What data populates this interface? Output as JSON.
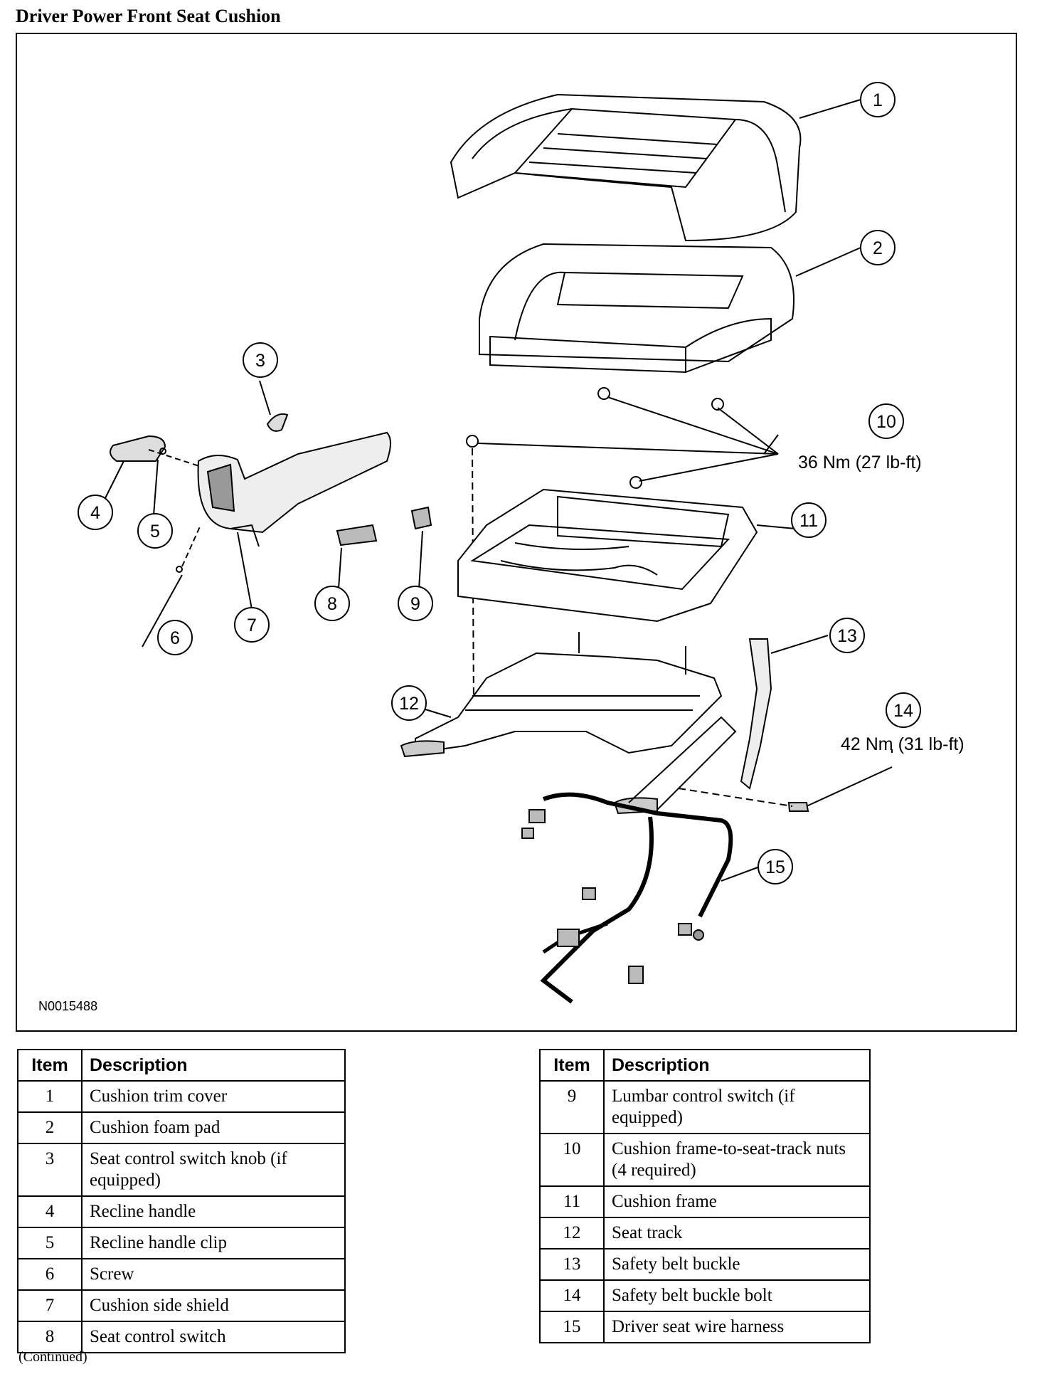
{
  "title": "Driver Power Front Seat Cushion",
  "figure_code": "N0015488",
  "callouts": [
    "1",
    "2",
    "3",
    "4",
    "5",
    "6",
    "7",
    "8",
    "9",
    "10",
    "11",
    "12",
    "13",
    "14",
    "15"
  ],
  "torque_labels": {
    "nuts": "36 Nm (27 lb-ft)",
    "bolt": "42 Nm (31 lb-ft)"
  },
  "table_headers": {
    "item": "Item",
    "description": "Description"
  },
  "legend_left": [
    {
      "item": "1",
      "description": "Cushion trim cover"
    },
    {
      "item": "2",
      "description": "Cushion foam pad"
    },
    {
      "item": "3",
      "description": "Seat control switch knob (if equipped)"
    },
    {
      "item": "4",
      "description": "Recline handle"
    },
    {
      "item": "5",
      "description": "Recline handle clip"
    },
    {
      "item": "6",
      "description": "Screw"
    },
    {
      "item": "7",
      "description": "Cushion side shield"
    },
    {
      "item": "8",
      "description": "Seat control switch"
    }
  ],
  "legend_right": [
    {
      "item": "9",
      "description": "Lumbar control switch (if equipped)"
    },
    {
      "item": "10",
      "description": "Cushion frame-to-seat-track nuts (4 required)"
    },
    {
      "item": "11",
      "description": "Cushion frame"
    },
    {
      "item": "12",
      "description": "Seat track"
    },
    {
      "item": "13",
      "description": "Safety belt buckle"
    },
    {
      "item": "14",
      "description": "Safety belt buckle bolt"
    },
    {
      "item": "15",
      "description": "Driver seat wire harness"
    }
  ],
  "continued": "(Continued)"
}
